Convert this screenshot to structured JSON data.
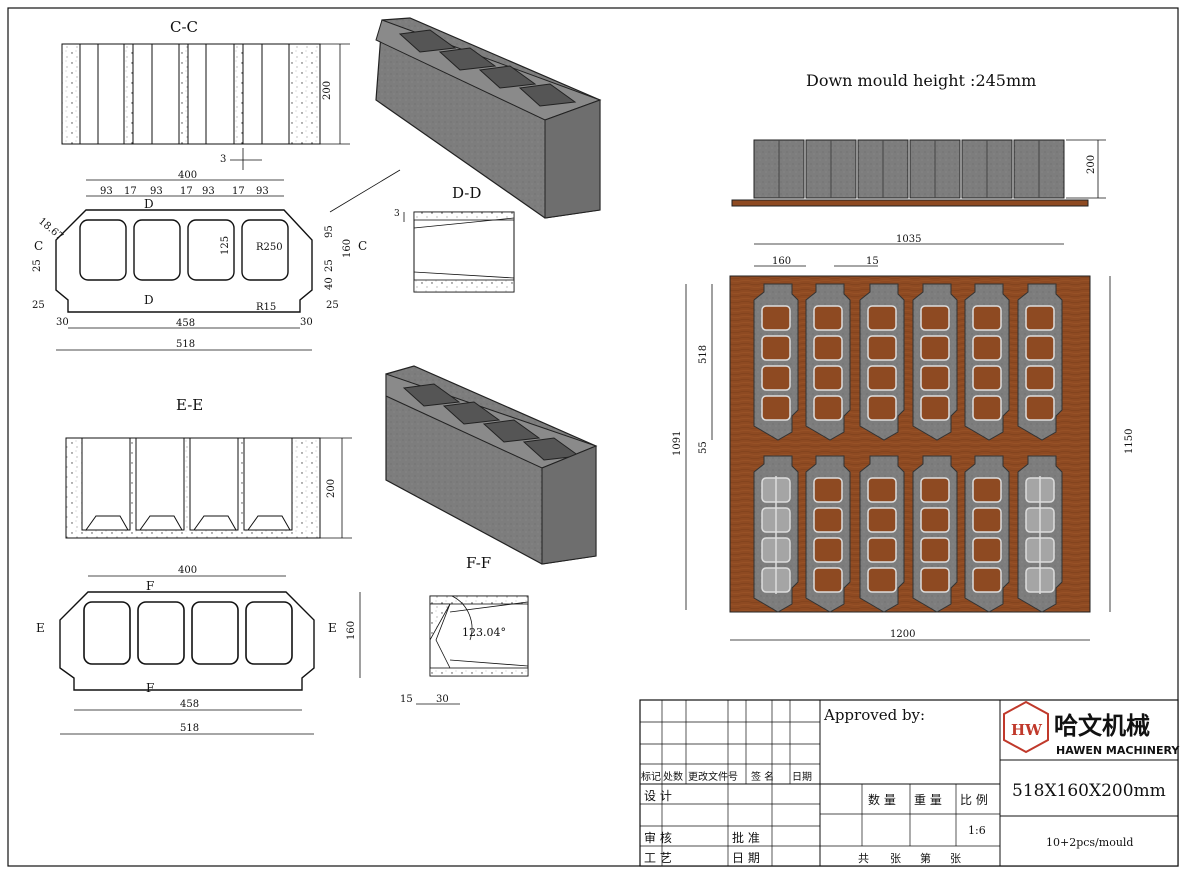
{
  "sections": {
    "cc": "C-C",
    "dd": "D-D",
    "ee": "E-E",
    "ff": "F-F",
    "cut_c": "C",
    "cut_d": "D",
    "cut_e": "E",
    "cut_f": "F"
  },
  "dims_top": {
    "h200": "200",
    "t3": "3",
    "w400": "400",
    "c93": "93",
    "c17": "17",
    "r1867": "18.67",
    "r250": "R250",
    "r15": "R15",
    "d125": "125",
    "d95": "95",
    "d160": "160",
    "d25": "25",
    "d40": "40",
    "d30": "30",
    "w458": "458",
    "w518": "518"
  },
  "dims_bottom": {
    "h200": "200",
    "w400": "400",
    "d160": "160",
    "w458": "458",
    "w518": "518",
    "angle": "123.04°",
    "d15": "15",
    "d30": "30"
  },
  "mould": {
    "title": "Down mould height :245mm",
    "h200": "200",
    "w1035": "1035",
    "w160": "160",
    "w15": "15",
    "h518": "518",
    "h55": "55",
    "h1091": "1091",
    "h1150": "1150",
    "w1200": "1200"
  },
  "colors": {
    "pallet": "#8e4a22",
    "concrete": "#7d7d7d",
    "line": "#111111"
  },
  "titleblock": {
    "approved": "Approved by:",
    "brand_cn": "哈文机械",
    "brand_en": "HAWEN MACHINERY",
    "logo_letters": "HW",
    "size": "518X160X200mm",
    "qty": "10+2pcs/mould",
    "scale": "1:6",
    "labels": {
      "biaoji": "标记",
      "chushu": "处数",
      "genggai": "更改文件号",
      "qianming": "签 名",
      "riqi": "日期",
      "sheji": "设 计",
      "shenhe": "审 核",
      "pizhun": "批 准",
      "gongyi": "工 艺",
      "riqi2": "日 期",
      "shuliang": "数 量",
      "zhongliang": "重 量",
      "bili": "比 例",
      "gong": "共",
      "zhang1": "张",
      "di": "第",
      "zhang2": "张"
    }
  }
}
